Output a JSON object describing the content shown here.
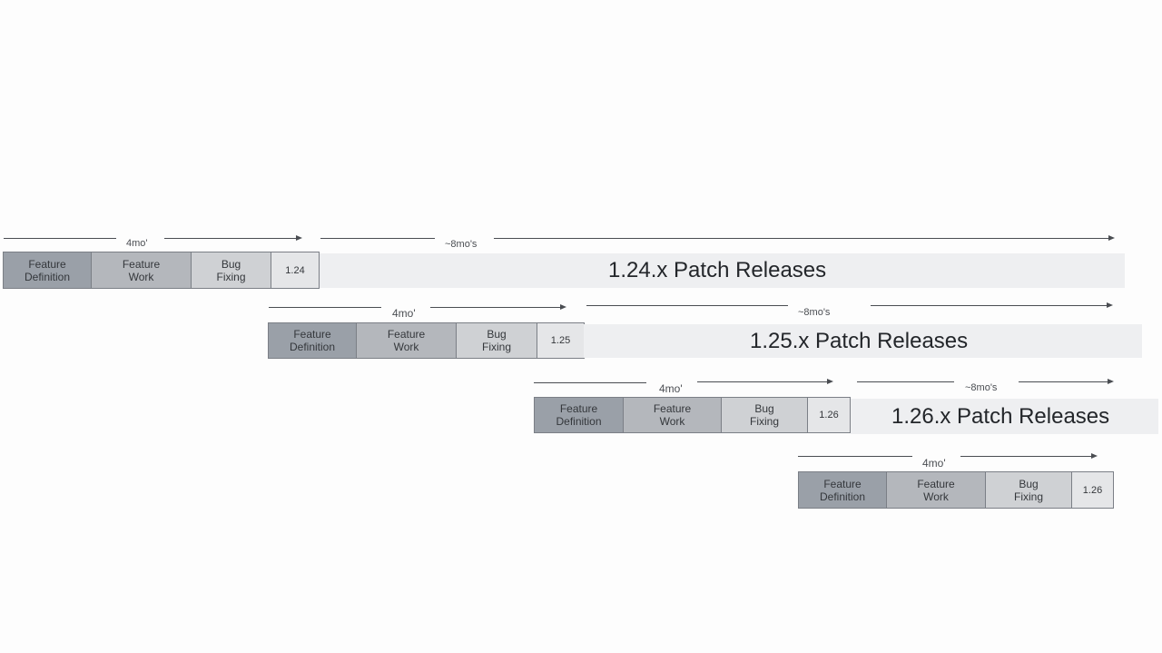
{
  "phases": {
    "feature_definition": "Feature Definition",
    "feature_definition_l1": "Feature",
    "feature_definition_l2": "Definition",
    "feature_work_l1": "Feature",
    "feature_work_l2": "Work",
    "bug_fixing_l1": "Bug",
    "bug_fixing_l2": "Fixing"
  },
  "durations": {
    "dev_label": "4mo'",
    "patch_label": "~8mo's"
  },
  "releases": [
    {
      "version": "1.24",
      "patch_title": "1.24.x Patch Releases"
    },
    {
      "version": "1.25",
      "patch_title": "1.25.x Patch Releases"
    },
    {
      "version": "1.26",
      "patch_title": "1.26.x Patch Releases"
    },
    {
      "version": "1.26",
      "patch_title": ""
    }
  ],
  "colors": {
    "feature_definition": "#9aa0a8",
    "feature_work": "#b4b7bc",
    "bug_fixing": "#cfd1d4",
    "release": "#e5e6e8",
    "patch_band": "#eeeff1",
    "arrow": "#4a4d52"
  }
}
